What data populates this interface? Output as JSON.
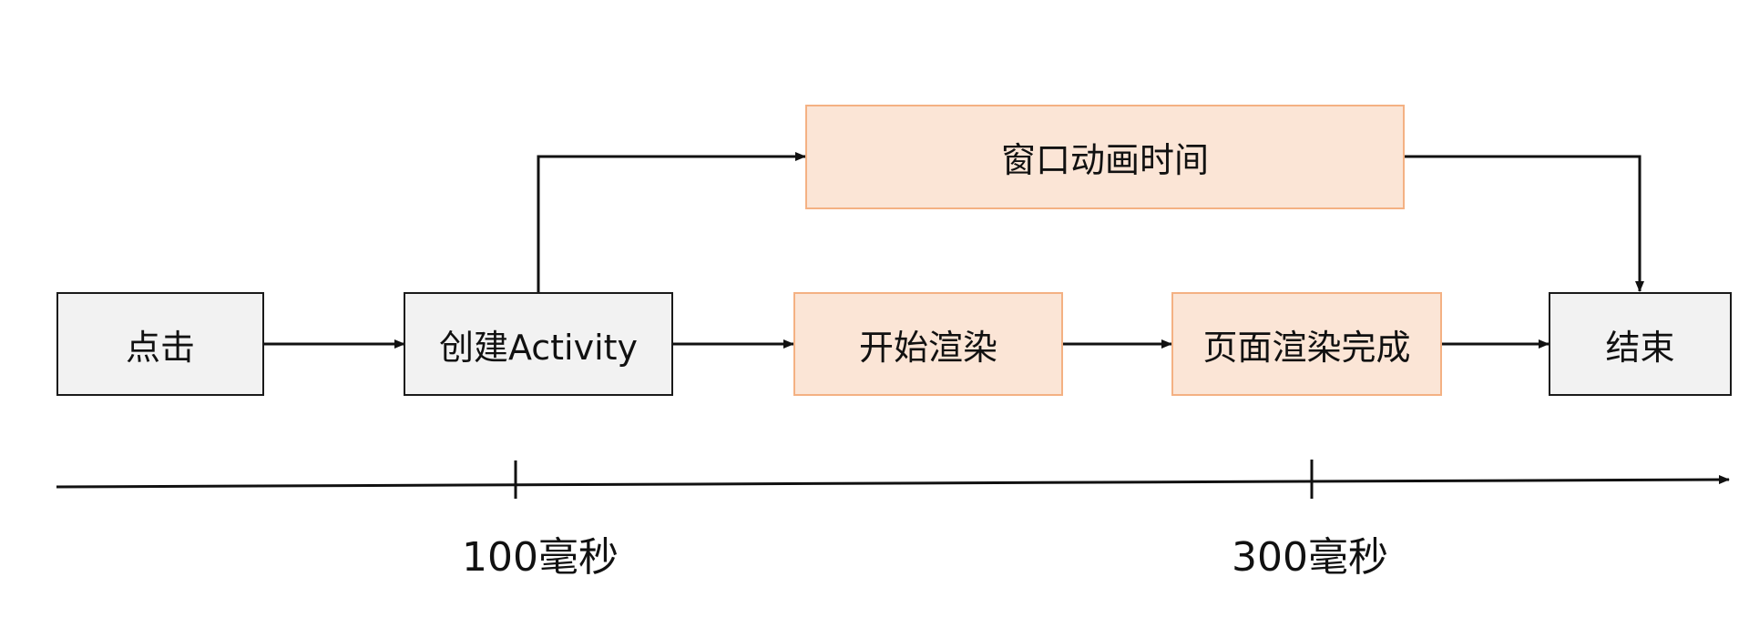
{
  "nodes": {
    "click": "点击",
    "create_activity": "创建Activity",
    "window_animation": "窗口动画时间",
    "start_render": "开始渲染",
    "render_complete": "页面渲染完成",
    "end": "结束"
  },
  "timeline": {
    "tick_100": "100毫秒",
    "tick_300": "300毫秒"
  },
  "colors": {
    "gray_fill": "#f2f2f2",
    "gray_border": "#1a1a1a",
    "orange_fill": "#fbe5d6",
    "orange_border": "#f4b183",
    "line": "#111111"
  }
}
